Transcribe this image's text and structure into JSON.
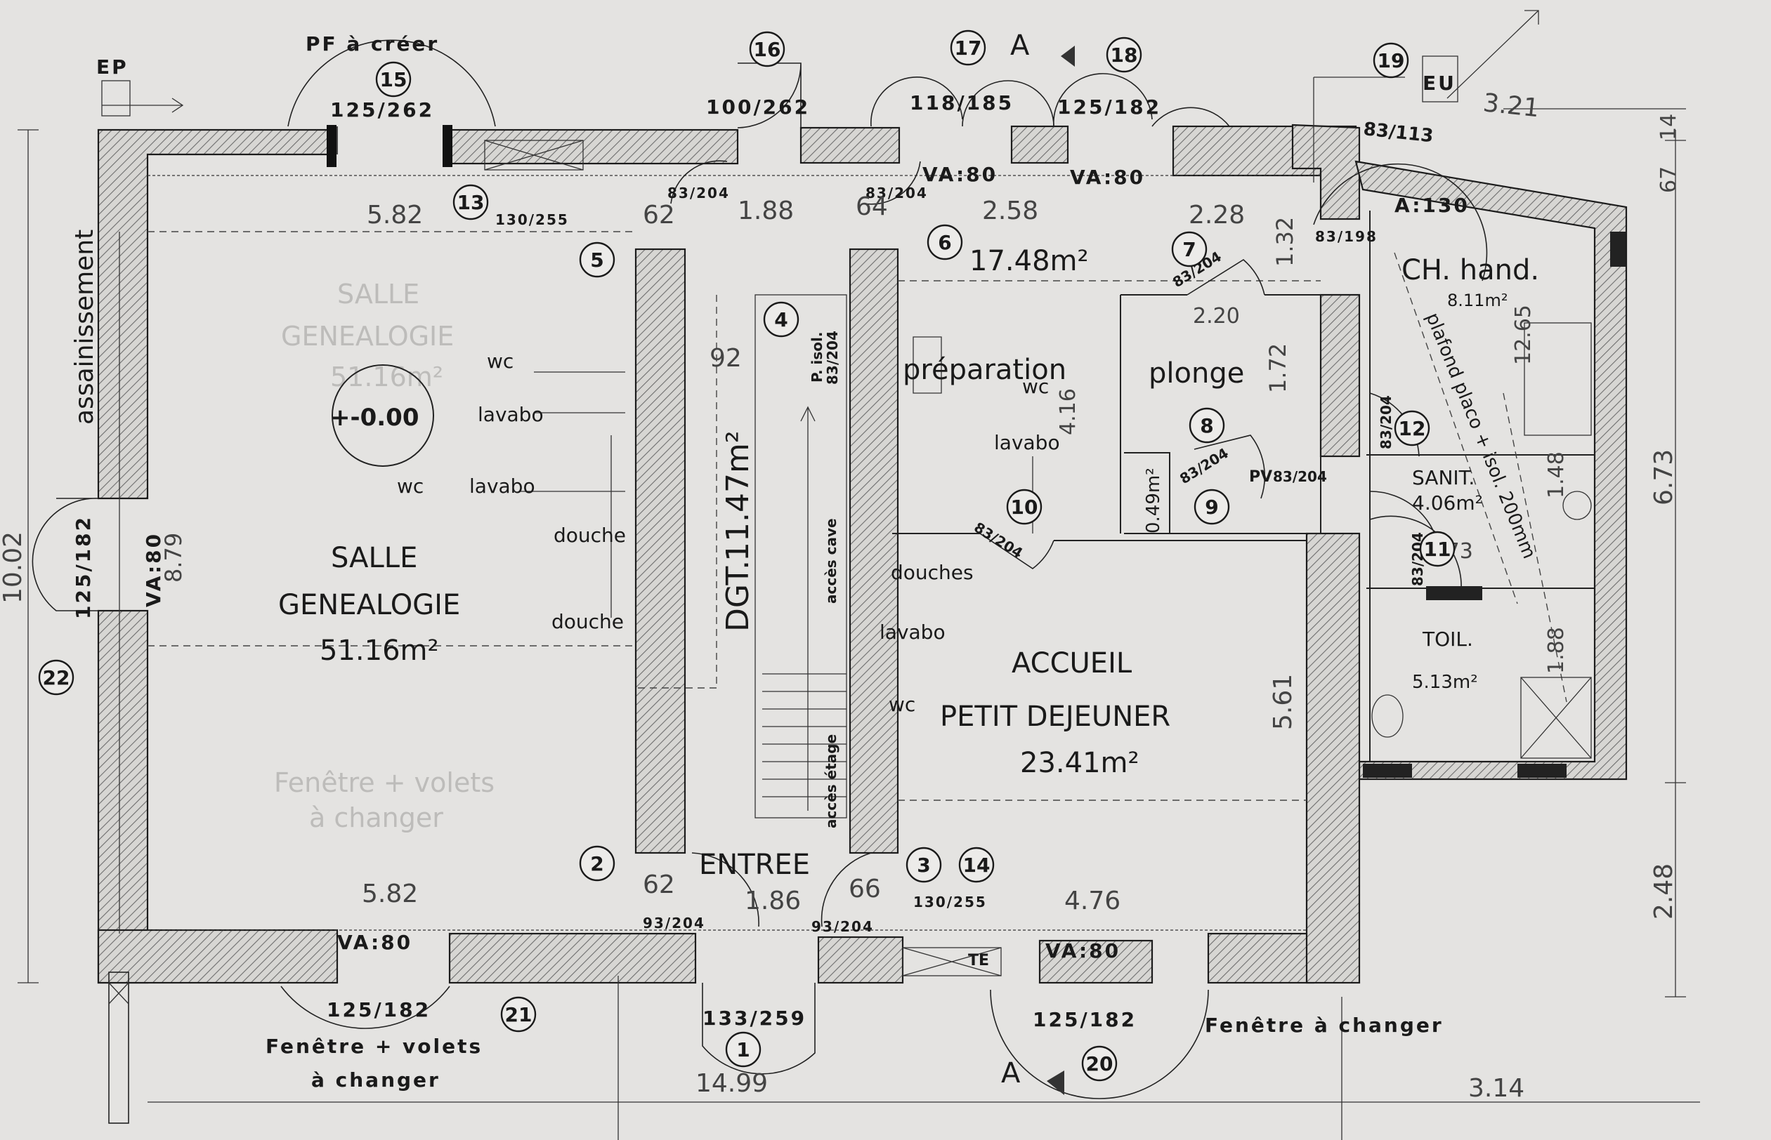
{
  "rooms": {
    "salle": {
      "name_line1": "SALLE",
      "name_line2": "GENEALOGIE",
      "area": "51.16m²",
      "level": "+-0.00"
    },
    "dgt": {
      "name": "DGT.",
      "area": "11.47m²"
    },
    "preparation": {
      "name": "préparation",
      "area": "17.48m²"
    },
    "plonge": {
      "name": "plonge"
    },
    "accueil": {
      "name_line1": "ACCUEIL",
      "name_line2": "PETIT DEJEUNER",
      "area": "23.41m²"
    },
    "entree": {
      "name": "ENTREE"
    },
    "ch_hand": {
      "name": "CH. hand.",
      "area": "8.11m²"
    },
    "sanit": {
      "name": "SANIT.",
      "area": "4.06m²"
    },
    "toil": {
      "name": "TOIL.",
      "area": "5.13m²"
    },
    "placard": {
      "area": "0.49m²"
    }
  },
  "fixtures": {
    "wc": "wc",
    "lavabo": "lavabo",
    "douche": "douche",
    "douches": "douches",
    "acces_cave": "accès cave",
    "acces_etage": "accès étage",
    "p_isol": "P. isol.",
    "p_isol_size": "83/204",
    "plafond": "plafond placo + isol. 200mm"
  },
  "annotations": {
    "pf_a_creer": "PF à créer",
    "ep": "EP",
    "eu": "EU",
    "assainissement": "assainissement",
    "fenetre_volets_1": "Fenêtre + volets",
    "fenetre_volets_2": "à changer",
    "fenetre_a_changer": "Fenêtre à changer",
    "section_a": "A",
    "te": "TE",
    "pv": "PV"
  },
  "openings": {
    "o125_262": "125/262",
    "o100_262": "100/262",
    "o118_185": "118/185",
    "o125_182": "125/182",
    "o130_255": "130/255",
    "o83_204": "83/204",
    "o83_113": "83/113",
    "o83_198": "83/198",
    "o93_204": "93/204",
    "o133_259": "133/259",
    "va80": "VA:80",
    "a130": "A:130"
  },
  "dimensions": {
    "d5_82": "5.82",
    "d62": "62",
    "d1_88": "1.88",
    "d64": "64",
    "d2_58": "2.58",
    "d2_28": "2.28",
    "d1_32": "1.32",
    "d2_20": "2.20",
    "d1_72": "1.72",
    "d92": "92",
    "d4_16": "4.16",
    "d1_86": "1.86",
    "d66": "66",
    "d4_76": "4.76",
    "d5_61": "5.61",
    "d14_99": "14.99",
    "d3_14": "3.14",
    "d3_21": "3.21",
    "d14": "14",
    "d67": "67",
    "d6_73": "6.73",
    "d2_48": "2.48",
    "d10_02": "10.02",
    "d8_79": "8.79",
    "d12_65": "12.65",
    "d2_73": "2.73",
    "d1_48": "1.48",
    "d1_88b": "1.88"
  },
  "markers": [
    "1",
    "2",
    "3",
    "4",
    "5",
    "6",
    "7",
    "8",
    "9",
    "10",
    "11",
    "12",
    "13",
    "14",
    "15",
    "16",
    "17",
    "18",
    "19",
    "20",
    "21",
    "22"
  ],
  "ghost_text": {
    "g1": "SALLE",
    "g2": "GENEALOGIE",
    "g3": "51.16m²",
    "g4": "Fenêtre + volets",
    "g5": "à changer"
  },
  "colors": {
    "paper": "#e4e3e1",
    "ink": "#1a1a1a",
    "wall_hatch": "#777777"
  }
}
